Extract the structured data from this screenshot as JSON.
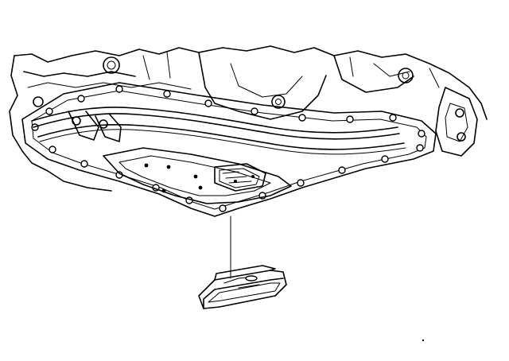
{
  "diagram": {
    "type": "exploded-view-line-drawing",
    "components": [
      {
        "id": "transmission-case",
        "icon": "transmission-case-outline"
      },
      {
        "id": "valve-body",
        "icon": "valve-body-outline"
      },
      {
        "id": "oil-pan-gasket-flange",
        "icon": "flange-outline"
      },
      {
        "id": "fluid-filter",
        "icon": "fluid-filter-outline"
      }
    ],
    "colors": {
      "ink": "#000000",
      "paper": "#ffffff"
    }
  }
}
